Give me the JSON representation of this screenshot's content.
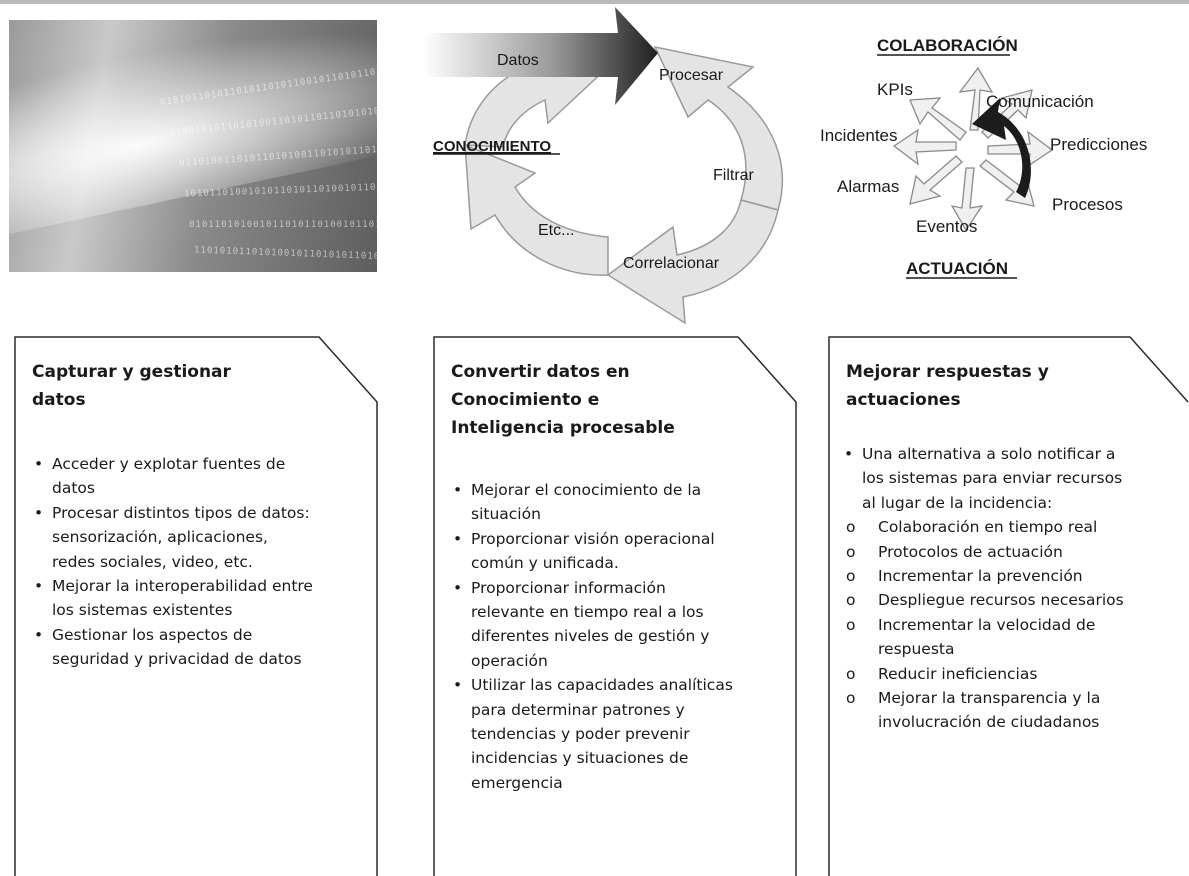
{
  "top_images": {
    "cycle_diagram": {
      "labels": {
        "datos": "Datos",
        "procesar": "Procesar",
        "filtrar": "Filtrar",
        "correlacionar": "Correlacionar",
        "etc": "Etc...",
        "conocimiento": "CONOCIMIENTO"
      }
    },
    "collab_diagram": {
      "labels": {
        "colaboracion": "COLABORACIÓN",
        "kpis": "KPIs",
        "comunicacion": "Comunicación",
        "incidentes": "Incidentes",
        "predicciones": "Predicciones",
        "alarmas": "Alarmas",
        "procesos": "Procesos",
        "eventos": "Eventos",
        "actuacion": "ACTUACIÓN"
      }
    }
  },
  "columns": [
    {
      "title": "Capturar y gestionar\ndatos",
      "items": [
        {
          "text": "Acceder y explotar fuentes de\ndatos"
        },
        {
          "text": "Procesar distintos tipos de datos:\nsensorización, aplicaciones,\nredes sociales, video, etc."
        },
        {
          "text": "Mejorar la interoperabilidad entre\nlos sistemas existentes"
        },
        {
          "text": "Gestionar los aspectos de\nseguridad y privacidad de datos"
        }
      ]
    },
    {
      "title": "Convertir datos en\nConocimiento e\nInteligencia procesable",
      "items": [
        {
          "text": "Mejorar el conocimiento de la\nsituación"
        },
        {
          "text": "Proporcionar visión operacional\ncomún y unificada."
        },
        {
          "text": "Proporcionar información\nrelevante en tiempo real a los\ndiferentes niveles de gestión y\noperación"
        },
        {
          "text": "Utilizar las capacidades analíticas\npara determinar patrones y\ntendencias y poder prevenir\nincidencias y situaciones de\nemergencia"
        }
      ]
    },
    {
      "title": "Mejorar respuestas y\nactuaciones",
      "items": [
        {
          "text": "Una alternativa a solo notificar a\nlos sistemas para enviar recursos\nal lugar de la incidencia:"
        }
      ],
      "subitems": [
        {
          "text": "Colaboración en tiempo real"
        },
        {
          "text": "Protocolos de actuación"
        },
        {
          "text": "Incrementar la prevención"
        },
        {
          "text": "Despliegue recursos necesarios"
        },
        {
          "text": "Incrementar la velocidad de\nrespuesta"
        },
        {
          "text": "Reducir ineficiencias"
        },
        {
          "text": "Mejorar la transparencia y la\ninvolucración de ciudadanos"
        }
      ]
    }
  ]
}
